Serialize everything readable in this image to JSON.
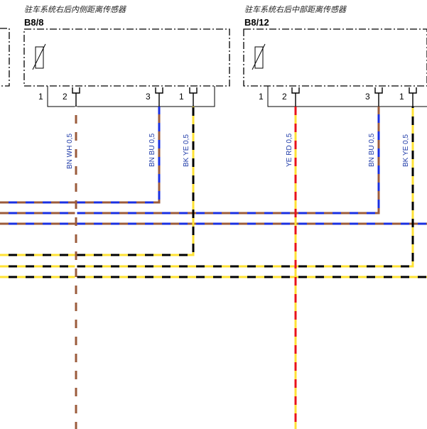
{
  "components": [
    {
      "title": "驻车系统右后内侧距离传感器",
      "id": "B8/8"
    },
    {
      "title": "驻车系统右后中部距离传感器",
      "id": "B8/12"
    }
  ],
  "pins": {
    "left": [
      "1",
      "2",
      "3",
      "1"
    ],
    "right": [
      "1",
      "2",
      "3",
      "1"
    ]
  },
  "wire_labels": {
    "left_pin2": "BN WH 0,5",
    "left_pin3": "BN BU 0,5",
    "left_pin1b": "BK YE 0,5",
    "right_pin2": "YE RD 0,5",
    "right_pin3": "BN BU 0,5",
    "right_pin1b": "BK YE 0,5"
  },
  "colors": {
    "brown": "#9b5b3b",
    "white": "#ffffff",
    "blue": "#1a2fe0",
    "black": "#000000",
    "yellow": "#ffe234",
    "red": "#e8121a"
  }
}
